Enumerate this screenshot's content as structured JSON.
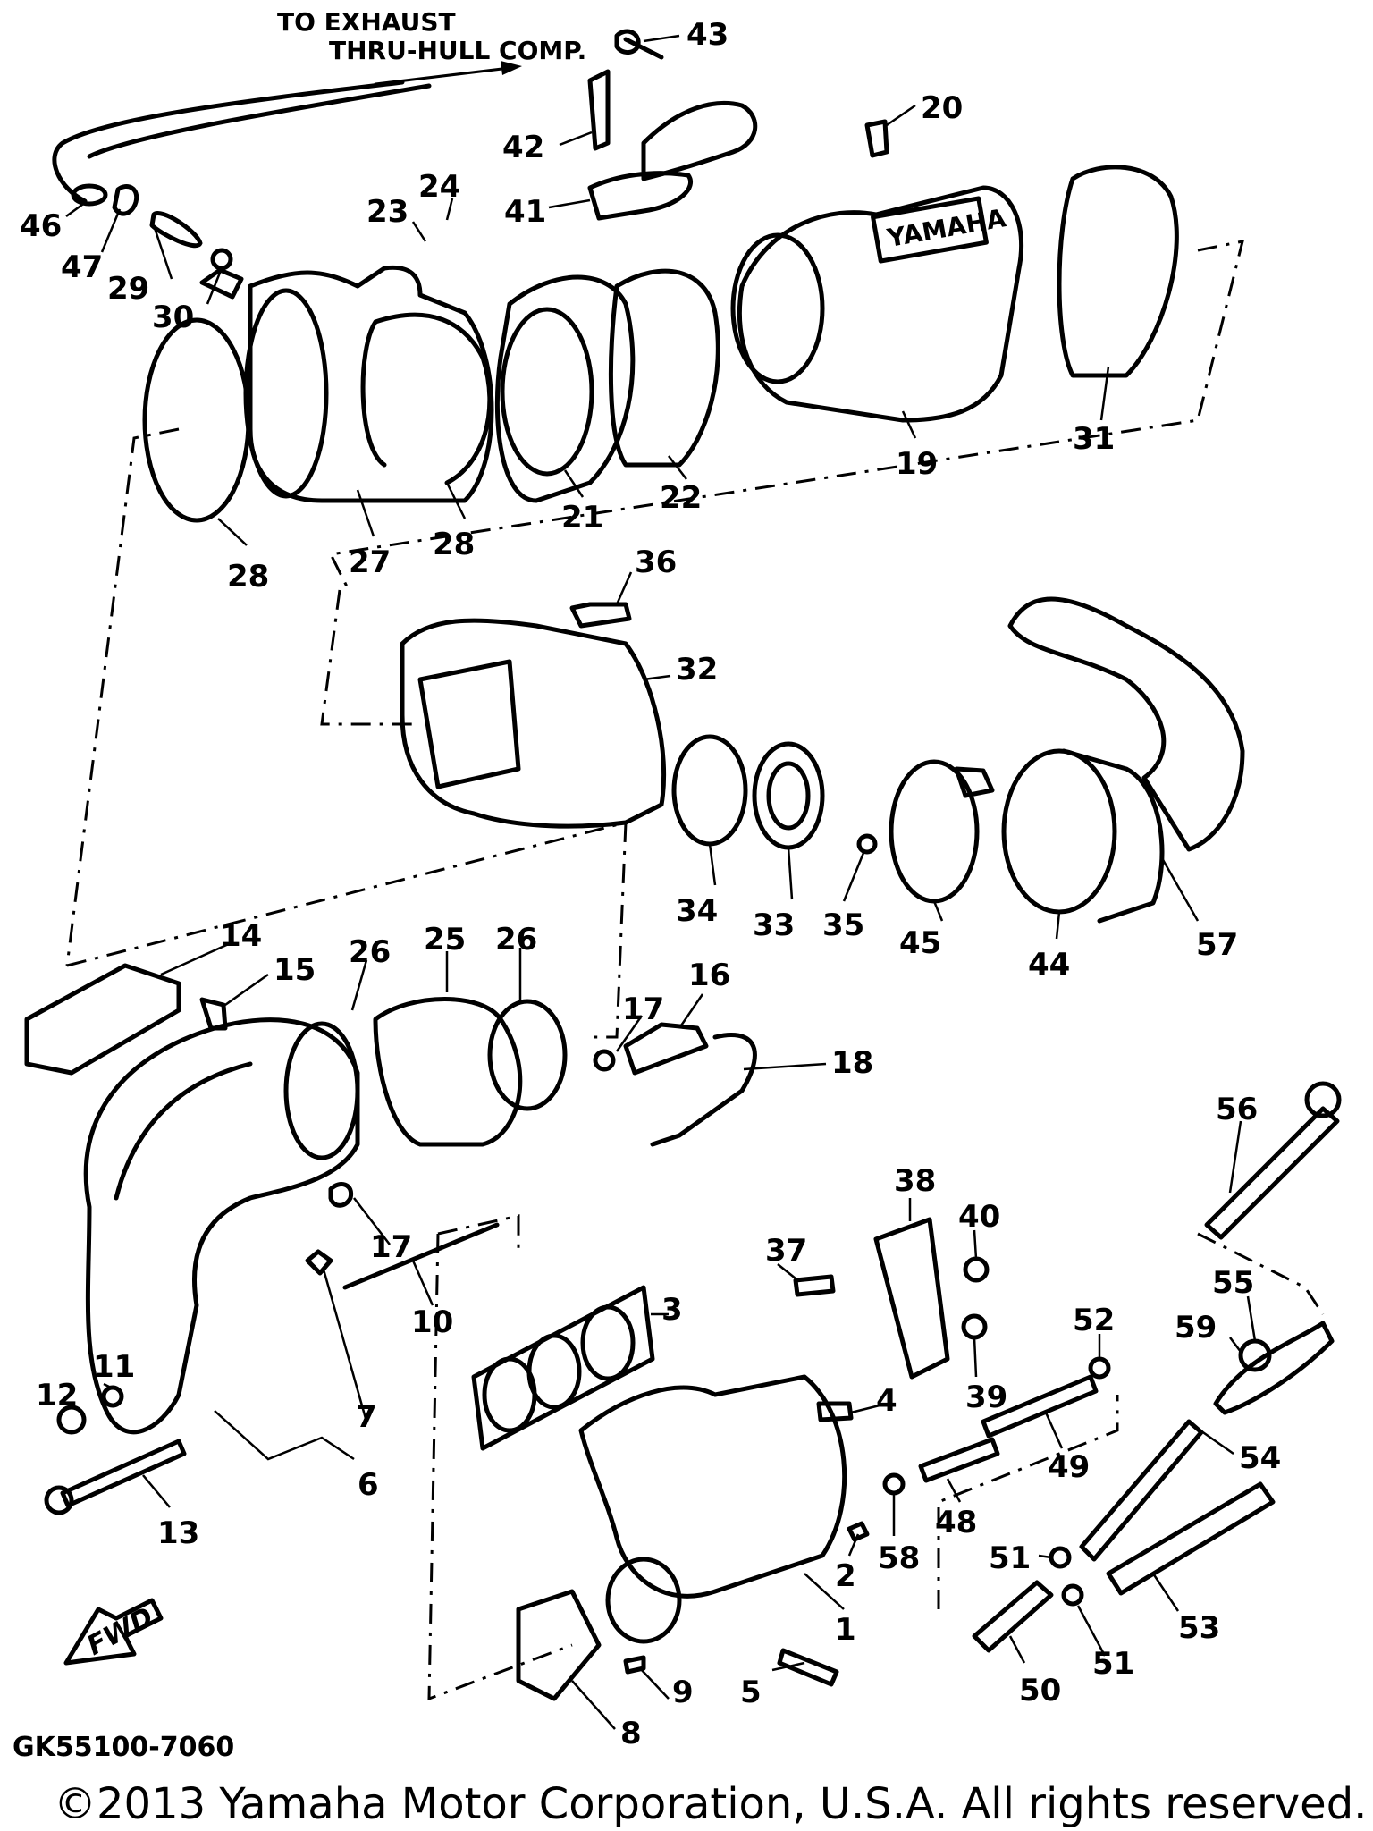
{
  "diagram": {
    "note_line1": "TO EXHAUST",
    "note_line2": "THRU-HULL COMP.",
    "code": "GK55100-7060",
    "copyright": "©2013 Yamaha Motor Corporation, U.S.A. All rights reserved.",
    "fwd_label": "FWD",
    "brand_plate": "YAMAHA",
    "callouts": {
      "c43": "43",
      "c42": "42",
      "c41": "41",
      "c20": "20",
      "c46": "46",
      "c47": "47",
      "c29": "29",
      "c30": "30",
      "c23": "23",
      "c24": "24",
      "c28a": "28",
      "c27": "27",
      "c28b": "28",
      "c21": "21",
      "c22": "22",
      "c19": "19",
      "c31": "31",
      "c36": "36",
      "c32": "32",
      "c34": "34",
      "c33": "33",
      "c35": "35",
      "c45": "45",
      "c44": "44",
      "c57": "57",
      "c14": "14",
      "c15": "15",
      "c26a": "26",
      "c25": "25",
      "c26b": "26",
      "c17a": "17",
      "c16": "16",
      "c18": "18",
      "c17b": "17",
      "c10": "10",
      "c7": "7",
      "c12": "12",
      "c11": "11",
      "c6": "6",
      "c13": "13",
      "c3": "3",
      "c37": "37",
      "c38": "38",
      "c40": "40",
      "c4": "4",
      "c39": "39",
      "c52": "52",
      "c49": "49",
      "c48": "48",
      "c58": "58",
      "c2": "2",
      "c1": "1",
      "c5": "5",
      "c9": "9",
      "c8": "8",
      "c56": "56",
      "c55": "55",
      "c59": "59",
      "c54": "54",
      "c51a": "51",
      "c51b": "51",
      "c50": "50",
      "c53": "53"
    }
  }
}
